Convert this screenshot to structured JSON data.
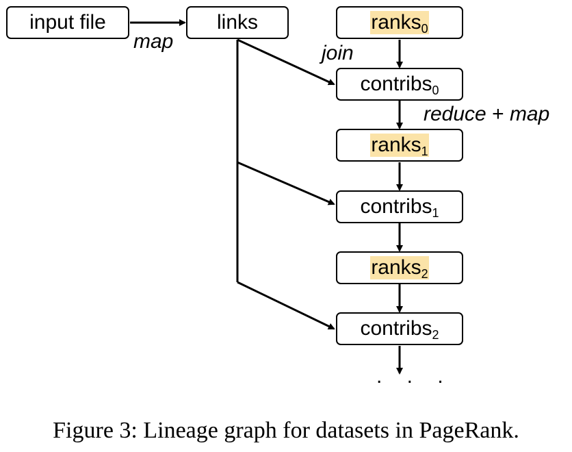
{
  "nodes": {
    "input_file": {
      "label": "input file"
    },
    "links": {
      "label": "links"
    },
    "ranks": [
      {
        "label": "ranks",
        "sub": "0"
      },
      {
        "label": "ranks",
        "sub": "1"
      },
      {
        "label": "ranks",
        "sub": "2"
      }
    ],
    "contribs": [
      {
        "label": "contribs",
        "sub": "0"
      },
      {
        "label": "contribs",
        "sub": "1"
      },
      {
        "label": "contribs",
        "sub": "2"
      }
    ]
  },
  "edge_labels": {
    "map": "map",
    "join": "join",
    "reduce": "reduce",
    "plus": " + ",
    "map2": "map"
  },
  "continuation": ". . .",
  "colors": {
    "highlight": "#fbe3a8",
    "stroke": "#000000"
  },
  "caption": "Figure 3: Lineage graph for datasets in PageRank."
}
